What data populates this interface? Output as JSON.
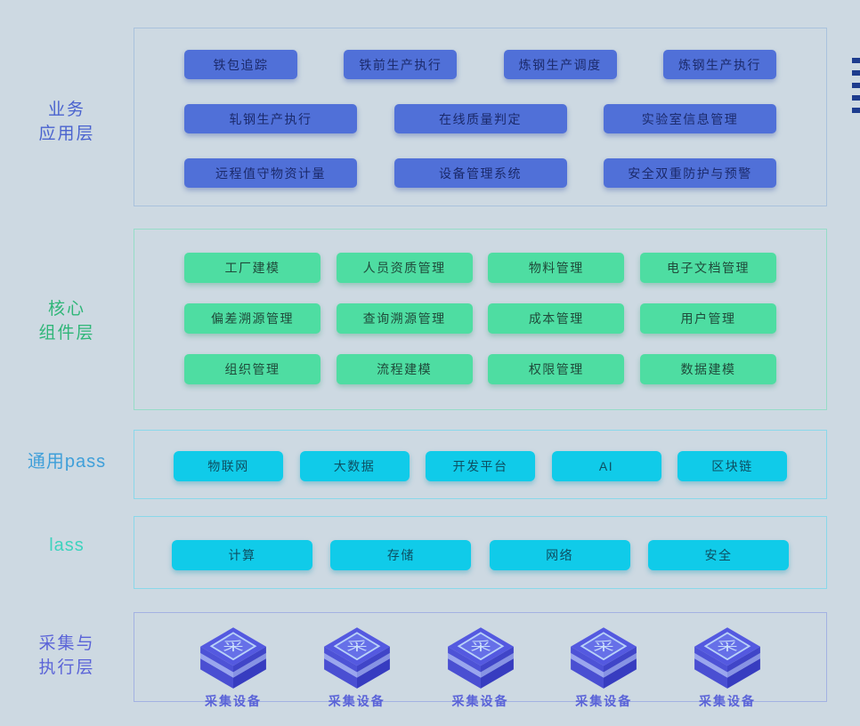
{
  "page": {
    "background": "#cdd9e2"
  },
  "colors": {
    "business_accent": "#4a63cf",
    "business_button_bg": "#5070d8",
    "business_button_text": "#1b2a6b",
    "core_accent": "#2fb678",
    "core_button_bg": "#4edda2",
    "core_button_text": "#1f4a3a",
    "paas_accent": "#3f9fd9",
    "iaas_accent": "#3dd3be",
    "cyan_button_bg": "#10cbe9",
    "cyan_button_text": "#0d4f62",
    "edge_accent": "#5a63d8",
    "edge_dash_color": "#1d3c8e",
    "box_border_business": "#a9c2dd",
    "box_border_core": "#96dcc8",
    "box_border_cyan": "#8ad8ea",
    "box_border_edge": "#a3b2e2"
  },
  "decor": {
    "edge_dash_count": 5
  },
  "layers": {
    "business": {
      "label_lines": [
        "业务",
        "应用层"
      ],
      "rows": [
        [
          "铁包追踪",
          "铁前生产执行",
          "炼钢生产调度",
          "炼钢生产执行"
        ],
        [
          "轧钢生产执行",
          "在线质量判定",
          "实验室信息管理"
        ],
        [
          "远程值守物资计量",
          "设备管理系统",
          "安全双重防护与预警"
        ]
      ]
    },
    "core": {
      "label_lines": [
        "核心",
        "组件层"
      ],
      "rows": [
        [
          "工厂建模",
          "人员资质管理",
          "物料管理",
          "电子文档管理"
        ],
        [
          "偏差溯源管理",
          "查询溯源管理",
          "成本管理",
          "用户管理"
        ],
        [
          "组织管理",
          "流程建模",
          "权限管理",
          "数据建模"
        ]
      ]
    },
    "paas": {
      "label": "通用pass",
      "items": [
        "物联网",
        "大数据",
        "开发平台",
        "AI",
        "区块链"
      ]
    },
    "iaas": {
      "label": "lass",
      "items": [
        "计算",
        "存储",
        "网络",
        "安全"
      ]
    },
    "edge": {
      "label_lines": [
        "采集与",
        "执行层"
      ],
      "device_glyph": "采",
      "devices": [
        "采集设备",
        "采集设备",
        "采集设备",
        "采集设备",
        "采集设备"
      ]
    }
  }
}
